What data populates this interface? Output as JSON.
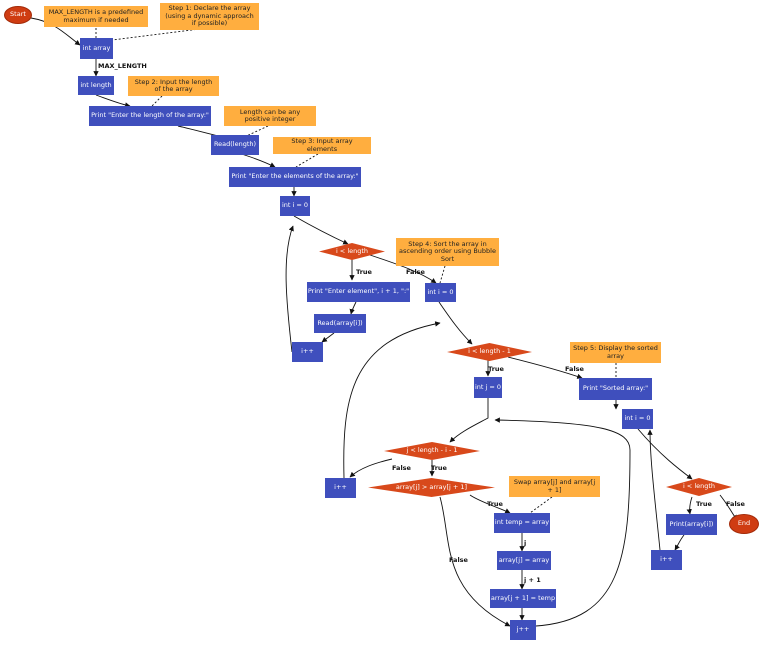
{
  "colors": {
    "process": "#3f4fbd",
    "decision": "#d8491b",
    "note": "#ffae3f",
    "terminal": "#cf3c12",
    "line": "#111111"
  },
  "nodes": {
    "start": "Start",
    "end": "End",
    "int_array": "int array",
    "int_length": "int length",
    "print_length": "Print \"Enter the length of the array:\"",
    "read_length": "Read(length)",
    "print_elements": "Print \"Enter the elements of the array:\"",
    "int_i0_a": "int i = 0",
    "cond_i_length_a": "i < length",
    "print_element": "Print \"Enter element\", i + 1, \":\"",
    "read_array_i": "Read(array[i])",
    "inc_i_a": "i++",
    "int_i0_b": "int i = 0",
    "cond_i_length_minus1": "i < length - 1",
    "int_j0": "int j = 0",
    "cond_j_length": "j < length - i - 1",
    "inc_i_b": "i++",
    "cond_swap": "array[j] > array[j + 1]",
    "temp_assign": "int temp = array",
    "array_j_assign": "array[j] = array",
    "array_j1_assign": "array[j + 1] = temp",
    "inc_j": "j++",
    "print_sorted": "Print \"Sorted array:\"",
    "int_i0_c": "int i = 0",
    "cond_i_length_c": "i < length",
    "print_array_i": "Print(array[i])",
    "inc_i_c": "i++"
  },
  "notes": {
    "max_length": "MAX_LENGTH is a predefined maximum if needed",
    "step1": "Step 1: Declare the array (using a dynamic approach if possible)",
    "step2": "Step 2: Input the length of the array",
    "length_positive": "Length can be any positive integer",
    "step3": "Step 3: Input array elements",
    "step4": "Step 4: Sort the array in ascending order using Bubble Sort",
    "swap": "Swap array[j] and array[j + 1]",
    "step5": "Step 5: Display the sorted array"
  },
  "labels": {
    "max_length": "MAX_LENGTH",
    "true_a": "True",
    "false_a": "False",
    "true_b": "True",
    "false_b": "False",
    "false_c": "False",
    "true_c": "True",
    "true_d": "True",
    "false_d": "False",
    "j": "j",
    "j_plus_1": "j + 1",
    "true_e": "True",
    "false_e": "False"
  }
}
